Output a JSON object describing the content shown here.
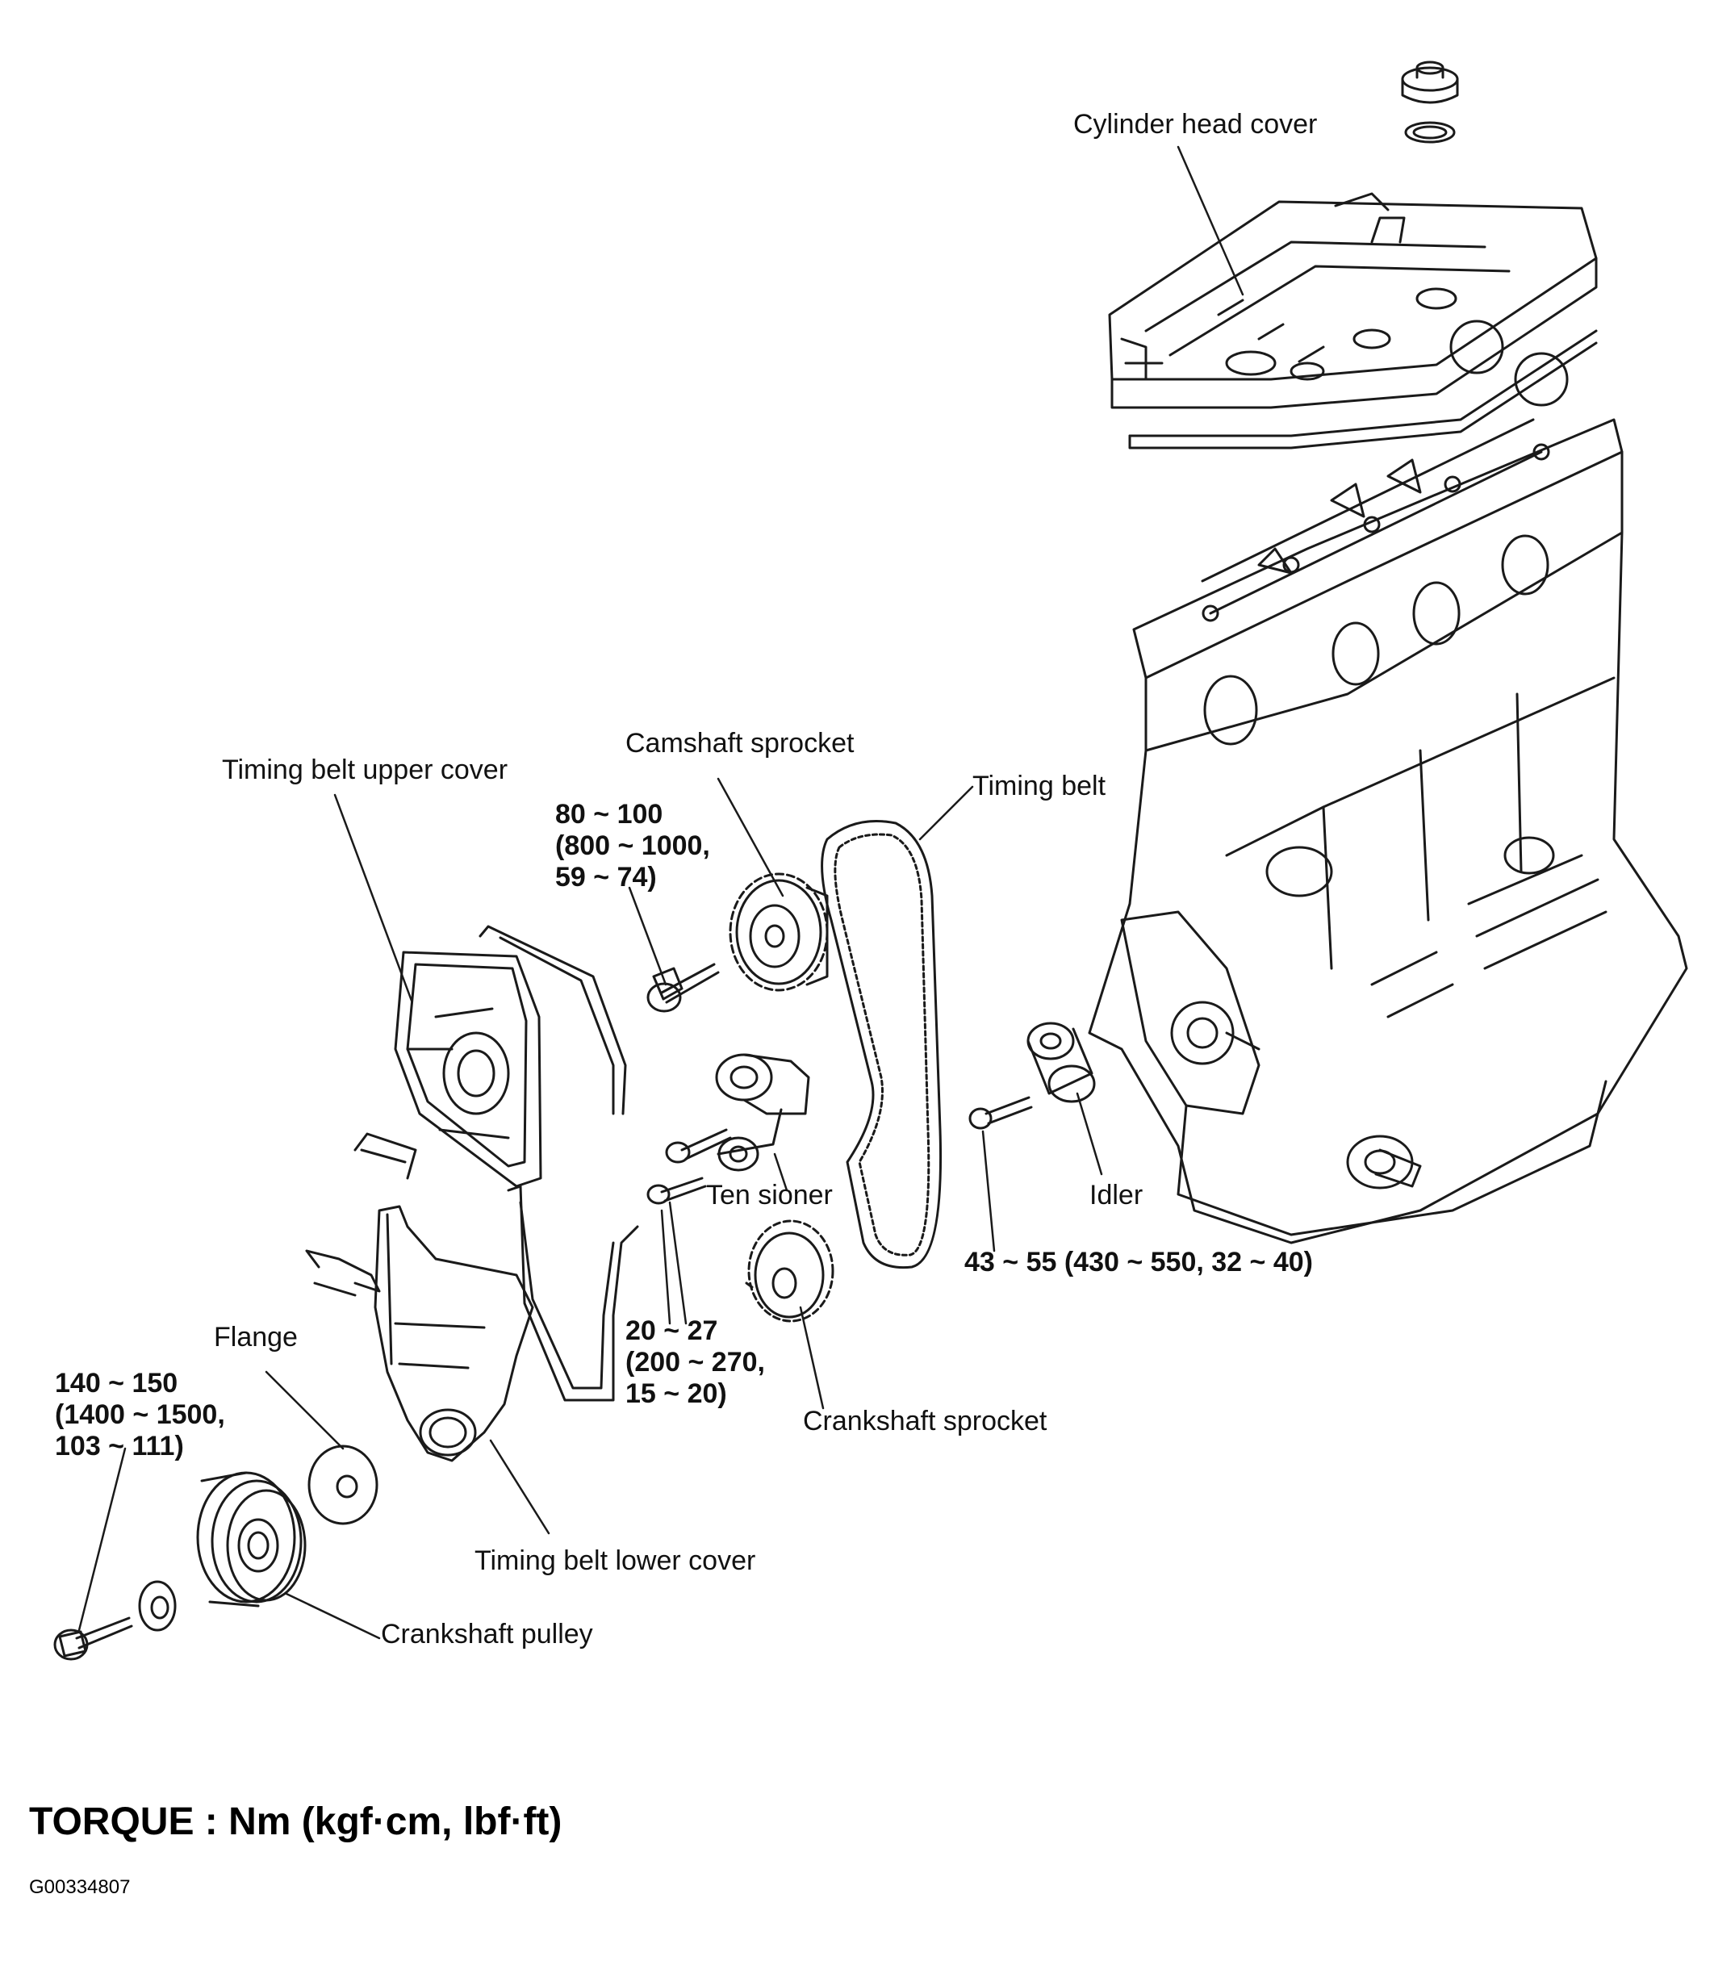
{
  "labels": {
    "cylinder_head_cover": "Cylinder head cover",
    "camshaft_sprocket": "Camshaft sprocket",
    "timing_belt_upper_cover": "Timing belt upper cover",
    "timing_belt": "Timing belt",
    "tensioner": "Ten sioner",
    "idler": "Idler",
    "flange": "Flange",
    "crankshaft_sprocket": "Crankshaft sprocket",
    "timing_belt_lower_cover": "Timing belt lower cover",
    "crankshaft_pulley": "Crankshaft pulley"
  },
  "torques": {
    "camshaft_bolt": [
      "80 ~ 100",
      "(800 ~ 1000,",
      "59 ~ 74)"
    ],
    "tensioner_bolts": [
      "20 ~ 27",
      "(200 ~ 270,",
      "15 ~ 20)"
    ],
    "idler_bolt": "43 ~ 55 (430 ~ 550, 32 ~ 40)",
    "crank_bolt": [
      "140 ~ 150",
      "(1400 ~ 1500,",
      "103 ~ 111)"
    ]
  },
  "footer": {
    "torque_units": "TORQUE : Nm (kgf·cm, lbf·ft)",
    "figure_id": "G00334807"
  }
}
